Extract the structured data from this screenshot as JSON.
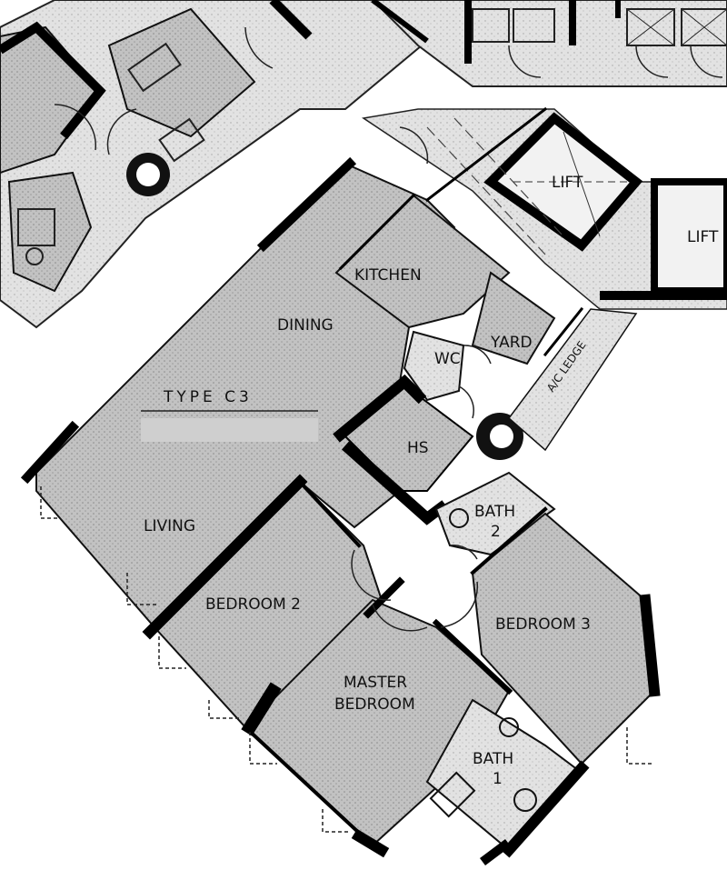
{
  "plan": {
    "type_label": "TYPE C3",
    "rooms": {
      "kitchen": "KITCHEN",
      "dining": "DINING",
      "yard": "YARD",
      "wc": "WC",
      "ac_ledge": "A/C LEDGE",
      "hs": "HS",
      "bath2_line1": "BATH",
      "bath2_line2": "2",
      "living": "LIVING",
      "bedroom2": "BEDROOM 2",
      "bedroom3": "BEDROOM 3",
      "master_line1": "MASTER",
      "master_line2": "BEDROOM",
      "bath1_line1": "BATH",
      "bath1_line2": "1",
      "lift_a": "LIFT",
      "lift_b": "LIFT"
    },
    "colors": {
      "unit_fill": "#bdbdbd",
      "common_fill": "#e4e4e4",
      "wall": "#0a0a0a",
      "redaction": "#cfcfcf"
    }
  }
}
